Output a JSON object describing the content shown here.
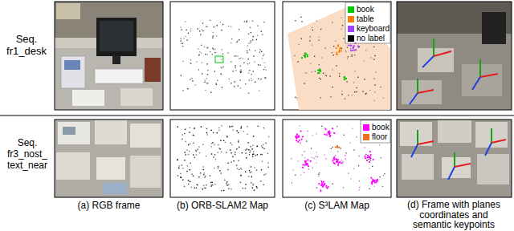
{
  "diagram": {
    "labels": [
      "Seq. fr1_desk",
      "Seq. fr3_nost_ text_near",
      "(a) RGB frame",
      "(b) ORB-SLAM2 Map",
      "(c) S³LAM Map",
      "(d) Frame with planes coordinates and semantic keypoints"
    ],
    "legend": [
      {
        "text": "book",
        "color": "#00c800"
      },
      {
        "text": "table",
        "color": "#ff7f00"
      },
      {
        "text": "keyboard",
        "color": "#a040ff"
      },
      {
        "text": "no label",
        "color": "#000000"
      },
      {
        "text": "book",
        "color": "#ff00ff"
      },
      {
        "text": "floor",
        "color": "#f07020"
      }
    ]
  }
}
